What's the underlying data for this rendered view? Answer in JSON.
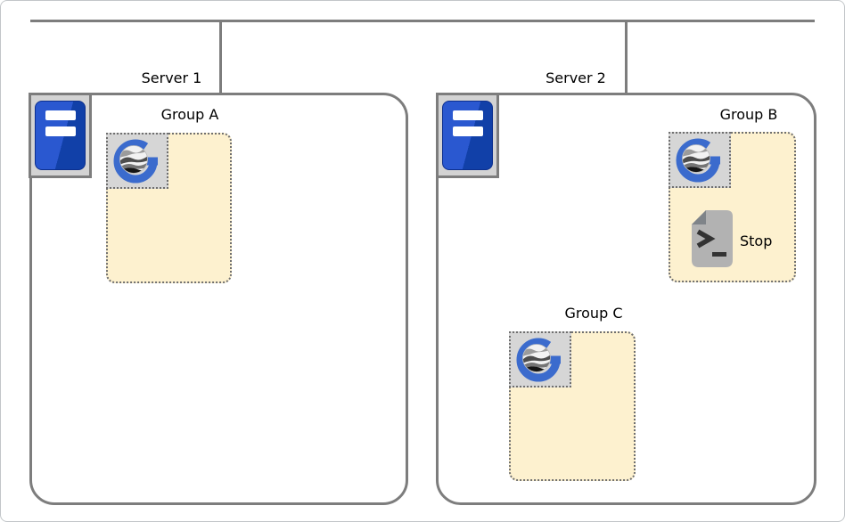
{
  "diagram": {
    "servers": [
      {
        "name": "Server 1",
        "icon": "server-icon",
        "groups": [
          {
            "label": "Group A",
            "members": [
              {
                "icon": "geoserver-icon"
              }
            ]
          }
        ]
      },
      {
        "name": "Server 2",
        "icon": "server-icon",
        "groups": [
          {
            "label": "Group B",
            "members": [
              {
                "icon": "geoserver-icon"
              },
              {
                "icon": "script-icon",
                "label": "Stop"
              }
            ]
          },
          {
            "label": "Group C",
            "members": [
              {
                "icon": "geoserver-icon"
              }
            ]
          }
        ]
      }
    ],
    "colors": {
      "connector_line": "#7d7d7d",
      "server_border": "#7d7d7d",
      "group_fill": "#fdf1cf",
      "group_border": "#6f6f6f",
      "tile_fill": "#d6d6d6",
      "server_tile_fill": "#d3d3d3",
      "logo_blue": "#3b6bcd",
      "server_blue_light": "#2a58d0",
      "server_blue_dark": "#1140a8",
      "script_gray": "#b2b2b2",
      "text": "#000000"
    }
  }
}
